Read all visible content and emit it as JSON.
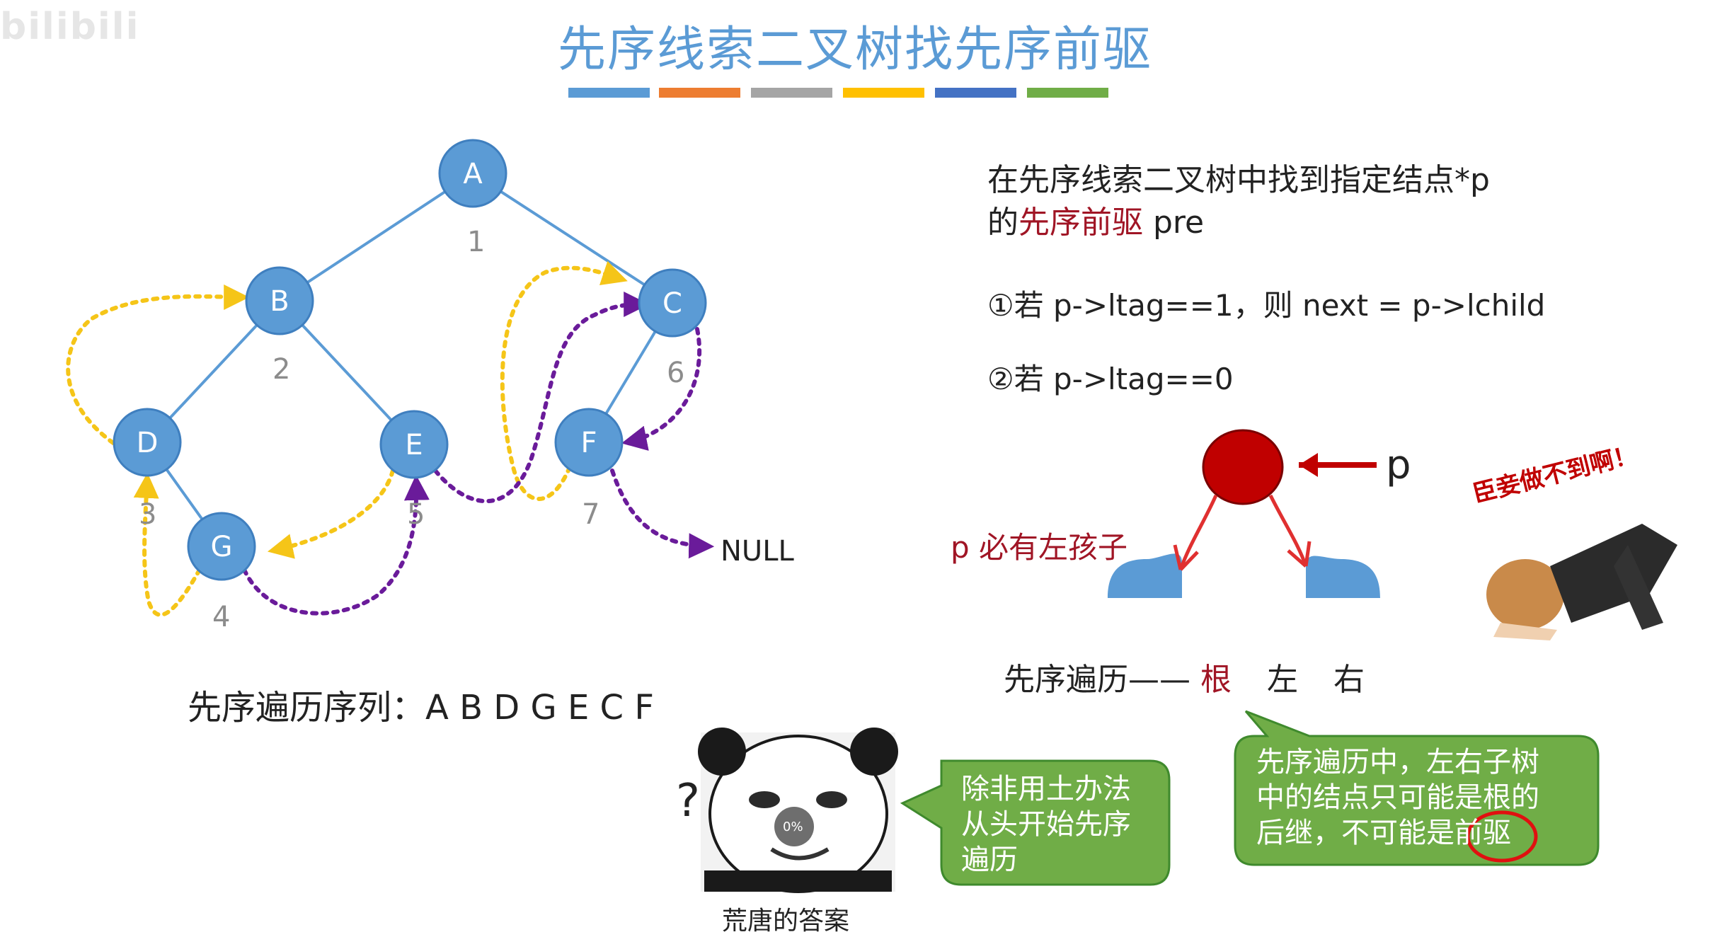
{
  "watermark": "bilibili",
  "title": "先序线索二叉树找先序前驱",
  "title_bar_colors": [
    "#5b9bd5",
    "#ed7d31",
    "#a5a5a5",
    "#ffc000",
    "#4472c4",
    "#70ad47"
  ],
  "colors": {
    "node_fill": "#5b9bd5",
    "edge": "#5b9bd5",
    "thread_yellow": "#f5c518",
    "thread_purple": "#6a1b9a",
    "order_number": "#8c8c8c",
    "highlight_red": "#a01525",
    "bubble_green": "#70ad47"
  },
  "tree": {
    "nodes": [
      {
        "id": "A",
        "label": "A",
        "order": "1"
      },
      {
        "id": "B",
        "label": "B",
        "order": "2"
      },
      {
        "id": "C",
        "label": "C",
        "order": "6"
      },
      {
        "id": "D",
        "label": "D",
        "order": "3"
      },
      {
        "id": "E",
        "label": "E",
        "order": "5"
      },
      {
        "id": "F",
        "label": "F",
        "order": "7"
      },
      {
        "id": "G",
        "label": "G",
        "order": "4"
      }
    ],
    "edges": [
      [
        "A",
        "B"
      ],
      [
        "A",
        "C"
      ],
      [
        "B",
        "D"
      ],
      [
        "B",
        "E"
      ],
      [
        "D",
        "G"
      ],
      [
        "C",
        "F"
      ]
    ],
    "null_label": "NULL"
  },
  "sequence": {
    "label": "先序遍历序列：",
    "value": "A B D G E C F"
  },
  "description": {
    "line1": "在先序线索二叉树中找到指定结点*p",
    "line2_prefix": "的",
    "line2_highlight": "先序前驱",
    "line2_suffix": " pre",
    "rule1": "①若 p->ltag==1，则 next = p->lchild",
    "rule2": "②若 p->ltag==0"
  },
  "small_tree": {
    "p_label": "p",
    "has_left_label": "p 必有左孩子",
    "order_label": "先序遍历——",
    "root_word": "根",
    "left_word": "左",
    "right_word": "右"
  },
  "bubble_right": {
    "line1": "先序遍历中，左右子树",
    "line2": "中的结点只可能是根的",
    "line3_prefix": "后继，不可能是",
    "line3_circled": "前驱"
  },
  "bubble_left": {
    "line1": "除非用土办法",
    "line2": "从头开始先序",
    "line3": "遍历"
  },
  "meme": {
    "question_mark": "?",
    "progress": "0%",
    "caption": "荒唐的答案"
  },
  "sticker": {
    "text": "臣妾做不到啊！"
  }
}
